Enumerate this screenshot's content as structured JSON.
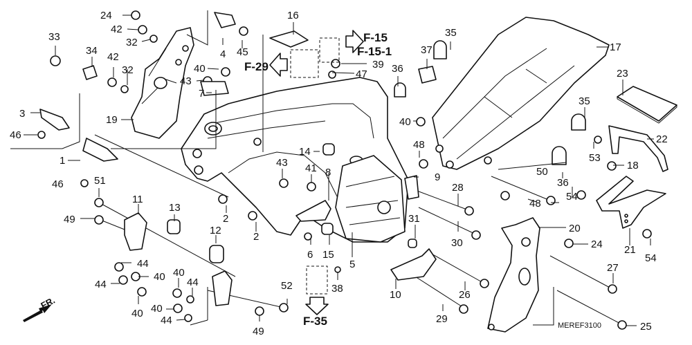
{
  "diagram": {
    "catalog_code": "MEREF3100",
    "front_indicator": "FR.",
    "callouts": [
      {
        "id": "c33",
        "label": "33"
      },
      {
        "id": "c24a",
        "label": "24"
      },
      {
        "id": "c42a",
        "label": "42"
      },
      {
        "id": "c32a",
        "label": "32"
      },
      {
        "id": "c34",
        "label": "34"
      },
      {
        "id": "c42b",
        "label": "42"
      },
      {
        "id": "c32b",
        "label": "32"
      },
      {
        "id": "c3",
        "label": "3"
      },
      {
        "id": "c46a",
        "label": "46"
      },
      {
        "id": "c19",
        "label": "19"
      },
      {
        "id": "c1",
        "label": "1"
      },
      {
        "id": "c46b",
        "label": "46"
      },
      {
        "id": "c4",
        "label": "4"
      },
      {
        "id": "c45",
        "label": "45"
      },
      {
        "id": "c40a",
        "label": "40"
      },
      {
        "id": "c43a",
        "label": "43"
      },
      {
        "id": "c7",
        "label": "7"
      },
      {
        "id": "c16",
        "label": "16"
      },
      {
        "id": "c39",
        "label": "39"
      },
      {
        "id": "c47",
        "label": "47"
      },
      {
        "id": "c35a",
        "label": "35"
      },
      {
        "id": "c37",
        "label": "37"
      },
      {
        "id": "c36a",
        "label": "36"
      },
      {
        "id": "c40b",
        "label": "40"
      },
      {
        "id": "c48a",
        "label": "48"
      },
      {
        "id": "c14",
        "label": "14"
      },
      {
        "id": "c43b",
        "label": "43"
      },
      {
        "id": "c41",
        "label": "41"
      },
      {
        "id": "c8",
        "label": "8"
      },
      {
        "id": "c9",
        "label": "9"
      },
      {
        "id": "c28",
        "label": "28"
      },
      {
        "id": "c17",
        "label": "17"
      },
      {
        "id": "c23",
        "label": "23"
      },
      {
        "id": "c35b",
        "label": "35"
      },
      {
        "id": "c22",
        "label": "22"
      },
      {
        "id": "c53",
        "label": "53"
      },
      {
        "id": "c18",
        "label": "18"
      },
      {
        "id": "c50",
        "label": "50"
      },
      {
        "id": "c36b",
        "label": "36"
      },
      {
        "id": "c48b",
        "label": "48"
      },
      {
        "id": "c54a",
        "label": "54"
      },
      {
        "id": "c21",
        "label": "21"
      },
      {
        "id": "c54b",
        "label": "54"
      },
      {
        "id": "c51",
        "label": "51"
      },
      {
        "id": "c49a",
        "label": "49"
      },
      {
        "id": "c11",
        "label": "11"
      },
      {
        "id": "c13",
        "label": "13"
      },
      {
        "id": "c2a",
        "label": "2"
      },
      {
        "id": "c12",
        "label": "12"
      },
      {
        "id": "c2b",
        "label": "2"
      },
      {
        "id": "c44a",
        "label": "44"
      },
      {
        "id": "c40c",
        "label": "40"
      },
      {
        "id": "c44b",
        "label": "44"
      },
      {
        "id": "c40d",
        "label": "40"
      },
      {
        "id": "c40e",
        "label": "40"
      },
      {
        "id": "c44c",
        "label": "44"
      },
      {
        "id": "c40f",
        "label": "40"
      },
      {
        "id": "c44d",
        "label": "44"
      },
      {
        "id": "c6",
        "label": "6"
      },
      {
        "id": "c15",
        "label": "15"
      },
      {
        "id": "c5",
        "label": "5"
      },
      {
        "id": "c38",
        "label": "38"
      },
      {
        "id": "c52",
        "label": "52"
      },
      {
        "id": "c49b",
        "label": "49"
      },
      {
        "id": "c31",
        "label": "31"
      },
      {
        "id": "c30",
        "label": "30"
      },
      {
        "id": "c10",
        "label": "10"
      },
      {
        "id": "c26",
        "label": "26"
      },
      {
        "id": "c29",
        "label": "29"
      },
      {
        "id": "c20",
        "label": "20"
      },
      {
        "id": "c24b",
        "label": "24"
      },
      {
        "id": "c27",
        "label": "27"
      },
      {
        "id": "c25",
        "label": "25"
      }
    ],
    "references": [
      {
        "id": "r15",
        "label": "F-15"
      },
      {
        "id": "r151",
        "label": "F-15-1"
      },
      {
        "id": "r29",
        "label": "F-29"
      },
      {
        "id": "r35",
        "label": "F-35"
      }
    ]
  }
}
